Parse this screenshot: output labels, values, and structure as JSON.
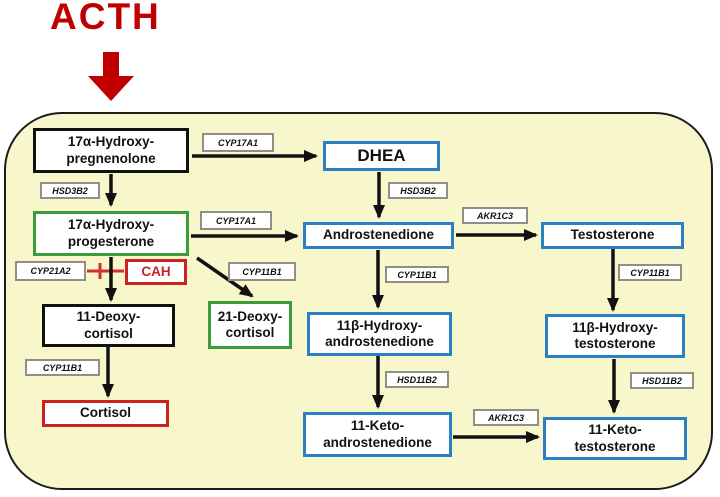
{
  "title": "ACTH",
  "nodes": {
    "preg": {
      "lines": [
        "17α-Hydroxy-",
        "pregnenolone"
      ],
      "border": "black"
    },
    "dhea": {
      "lines": [
        "DHEA"
      ],
      "border": "blue"
    },
    "prog": {
      "lines": [
        "17α-Hydroxy-",
        "progesterone"
      ],
      "border": "green"
    },
    "andro": {
      "lines": [
        "Androstenedione"
      ],
      "border": "blue"
    },
    "testo": {
      "lines": [
        "Testosterone"
      ],
      "border": "blue"
    },
    "cah": {
      "lines": [
        "CAH"
      ],
      "border": "red"
    },
    "deoxy11": {
      "lines": [
        "11-Deoxy-",
        "cortisol"
      ],
      "border": "black"
    },
    "deoxy21": {
      "lines": [
        "21-Deoxy-",
        "cortisol"
      ],
      "border": "green"
    },
    "ohandro": {
      "lines": [
        "11β-Hydroxy-",
        "androstenedione"
      ],
      "border": "blue"
    },
    "ohtesto": {
      "lines": [
        "11β-Hydroxy-",
        "testosterone"
      ],
      "border": "blue"
    },
    "cortisol": {
      "lines": [
        "Cortisol"
      ],
      "border": "red"
    },
    "ketoandro": {
      "lines": [
        "11-Keto-",
        "androstenedione"
      ],
      "border": "blue"
    },
    "ketotesto": {
      "lines": [
        "11-Keto-",
        "testosterone"
      ],
      "border": "blue"
    }
  },
  "enzymes": {
    "cyp17a1_top": "CYP17A1",
    "cyp17a1_mid": "CYP17A1",
    "hsd3b2_left": "HSD3B2",
    "hsd3b2_mid": "HSD3B2",
    "akr1c3_top": "AKR1C3",
    "akr1c3_bottom": "AKR1C3",
    "cyp21a2": "CYP21A2",
    "cyp11b1_diag": "CYP11B1",
    "cyp11b1_mid": "CYP11B1",
    "cyp11b1_right": "CYP11B1",
    "cyp11b1_left": "CYP11B1",
    "hsd11b2_mid": "HSD11B2",
    "hsd11b2_right": "HSD11B2"
  },
  "colors": {
    "accent_red": "#c00000",
    "blocked_red": "#d32f2f",
    "node_blue_border": "#2980c4",
    "node_green_border": "#3a9d3a",
    "node_red_border": "#cc2222",
    "panel_background": "#f8f7cb",
    "arrow_black": "#111111"
  }
}
